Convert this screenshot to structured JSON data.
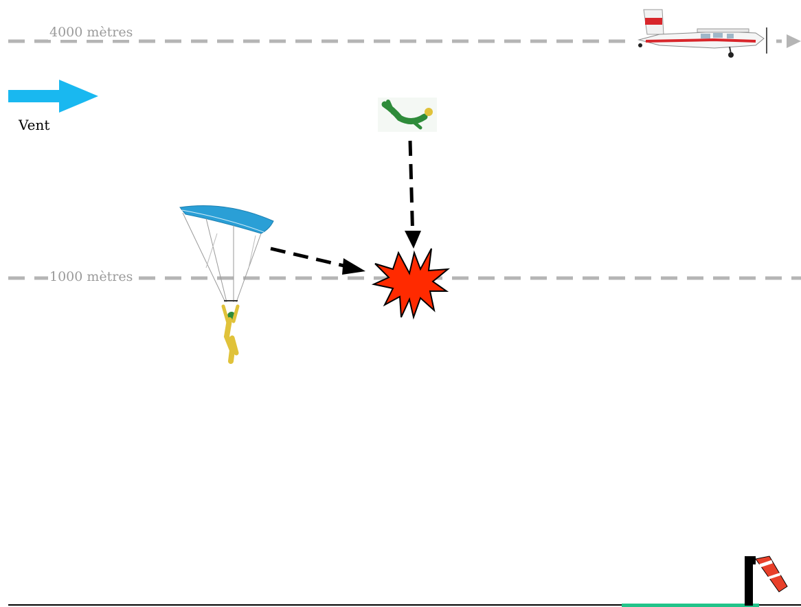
{
  "altitudes": {
    "high_label": "4000 mètres",
    "low_label": "1000 mètres"
  },
  "wind": {
    "label": "Vent"
  },
  "colors": {
    "altitude_line": "#b5b5b5",
    "altitude_text": "#9a9a9a",
    "wind_arrow": "#19b8f0",
    "canopy": "#2a9fd6",
    "freefaller": "#2e8b3a",
    "jumper_suit": "#e0c23a",
    "collision": "#ff2a00",
    "plane_stripe": "#d8262b",
    "windsock": "#e8402a",
    "grass": "#22c48a"
  },
  "icons": [
    "airplane-icon",
    "wind-arrow-icon",
    "freefall-skydiver-icon",
    "parachutist-icon",
    "collision-burst-icon",
    "windsock-icon"
  ]
}
